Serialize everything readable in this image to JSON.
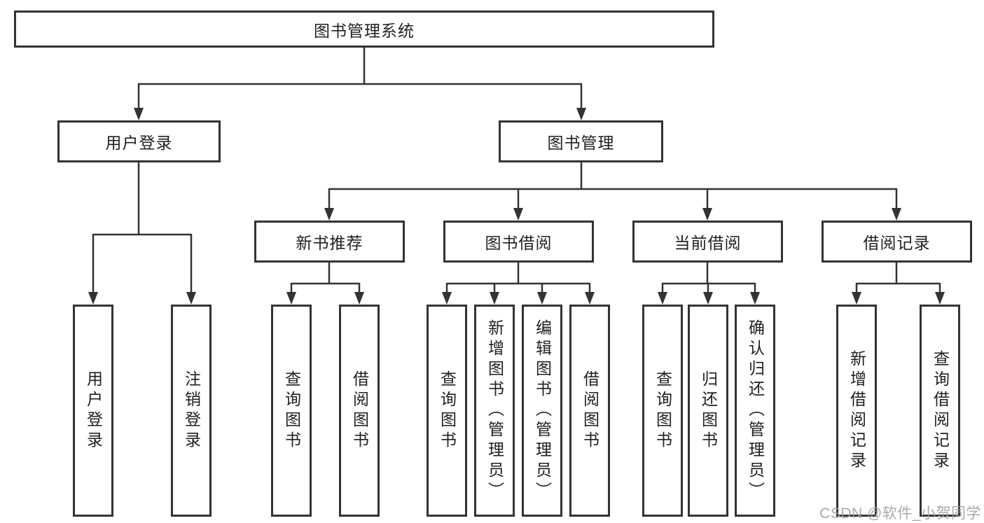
{
  "root": {
    "label": "图书管理系统"
  },
  "level2": [
    {
      "label": "用户登录"
    },
    {
      "label": "图书管理"
    }
  ],
  "level3": [
    {
      "label": "新书推荐"
    },
    {
      "label": "图书借阅"
    },
    {
      "label": "当前借阅"
    },
    {
      "label": "借阅记录"
    }
  ],
  "leaves": [
    {
      "label": "用户登录"
    },
    {
      "label": "注销登录"
    },
    {
      "label": "查询图书"
    },
    {
      "label": "借阅图书"
    },
    {
      "label": "查询图书"
    },
    {
      "label": "新增图书（管理员）"
    },
    {
      "label": "编辑图书（管理员）"
    },
    {
      "label": "借阅图书"
    },
    {
      "label": "查询图书"
    },
    {
      "label": "归还图书"
    },
    {
      "label": "确认归还（管理员）"
    },
    {
      "label": "新增借阅记录"
    },
    {
      "label": "查询借阅记录"
    }
  ],
  "watermark": "CSDN @软件_小贺同学",
  "colors": {
    "line": "#333333",
    "text": "#1f1f1f",
    "watermark": "#9e9e9e",
    "background": "#ffffff"
  }
}
